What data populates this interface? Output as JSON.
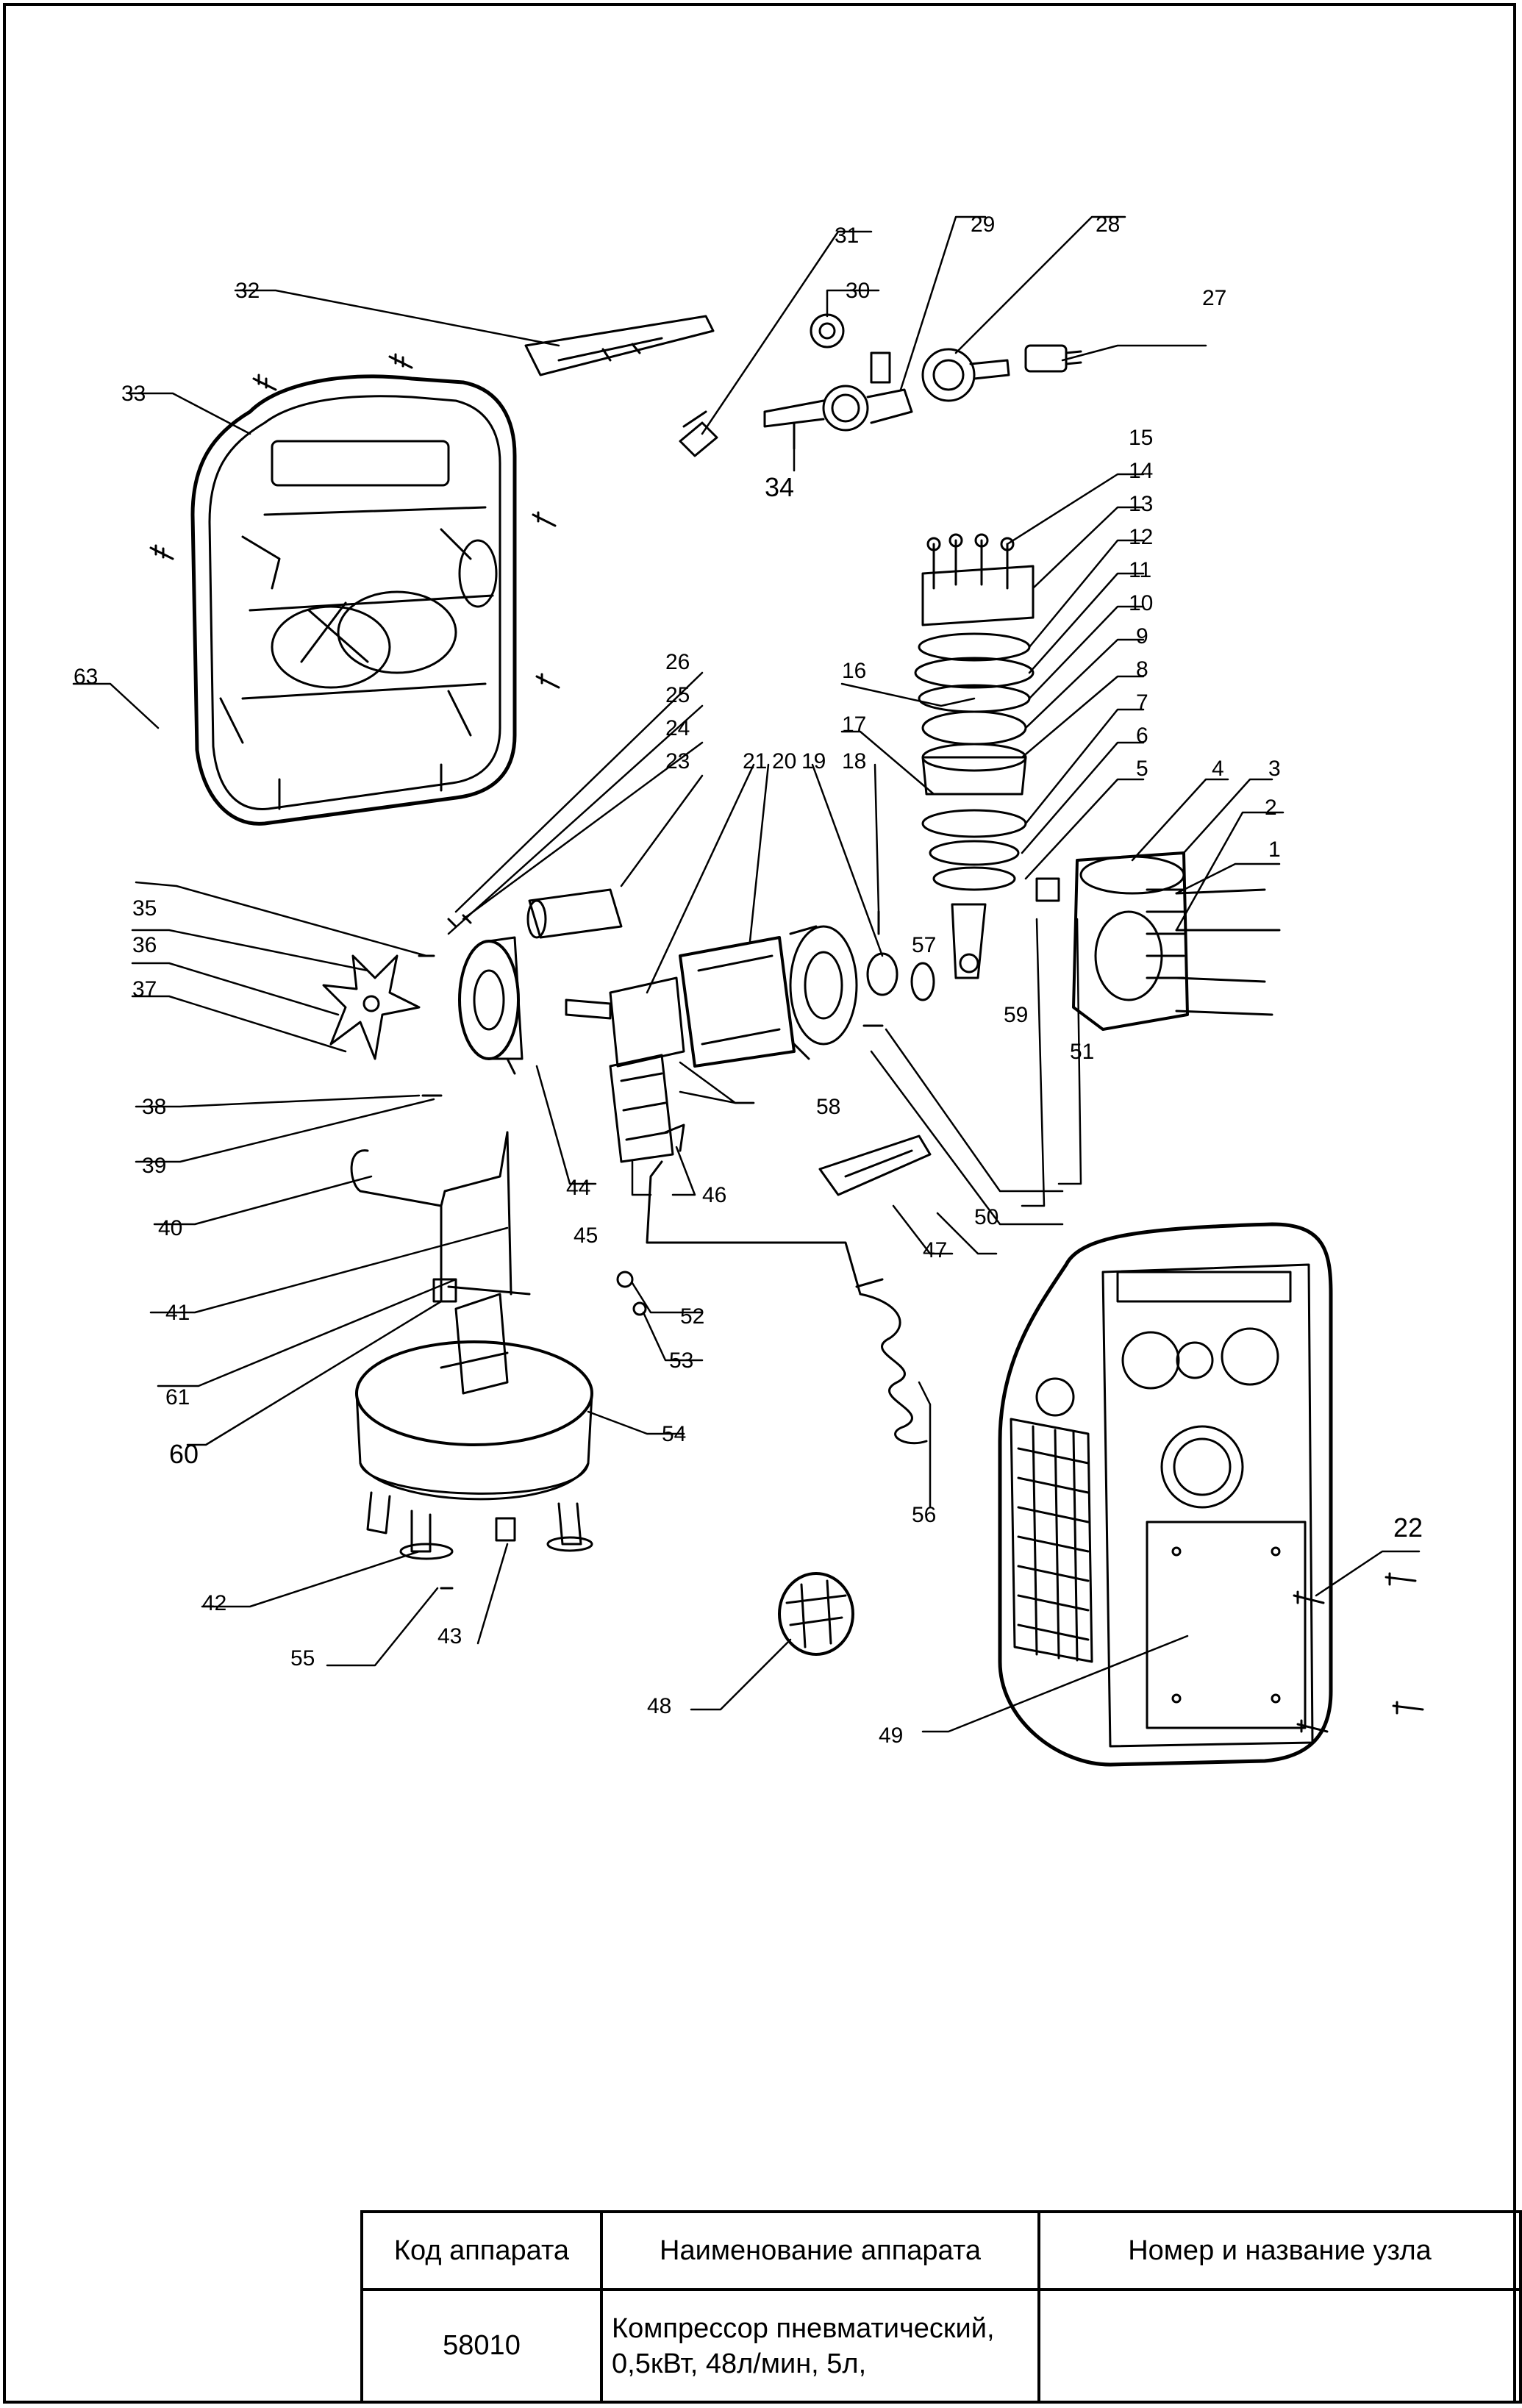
{
  "callouts": [
    "1",
    "2",
    "3",
    "4",
    "5",
    "6",
    "7",
    "8",
    "9",
    "10",
    "11",
    "12",
    "13",
    "14",
    "15",
    "16",
    "17",
    "18",
    "19",
    "20",
    "21",
    "22",
    "23",
    "24",
    "25",
    "26",
    "27",
    "28",
    "29",
    "30",
    "31",
    "32",
    "33",
    "34",
    "35",
    "36",
    "37",
    "38",
    "39",
    "40",
    "41",
    "42",
    "43",
    "44",
    "45",
    "46",
    "47",
    "48",
    "49",
    "50",
    "51",
    "52",
    "53",
    "54",
    "55",
    "56",
    "57",
    "58",
    "59",
    "60",
    "61",
    "63"
  ],
  "title_block": {
    "headers": [
      "Код аппарата",
      "Наименование аппарата",
      "Номер и название узла"
    ],
    "code": "58010",
    "name_line1": "Компрессор пневматический,",
    "name_line2": "0,5кВт, 48л/мин, 5л,",
    "assembly": ""
  }
}
